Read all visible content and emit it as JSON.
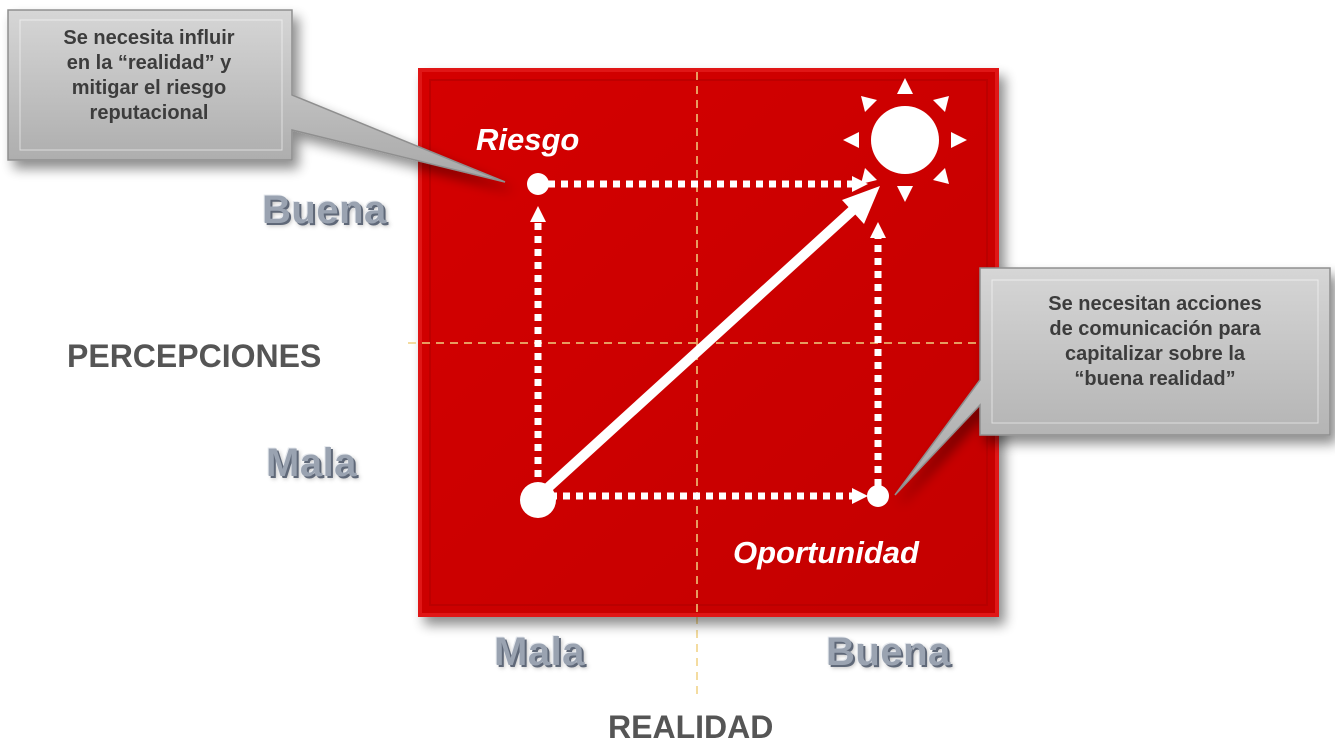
{
  "diagram": {
    "colors": {
      "board": "#cc0000",
      "board_border": "#e01818",
      "grid_line": "#f0d080",
      "marks": "#ffffff",
      "callout_fill": "#bdbdbd",
      "ghost_label": "#9aa3b1",
      "axis_title": "#555555"
    },
    "axes": {
      "x_title": "REALIDAD",
      "y_title": "PERCEPCIONES",
      "x_low": "Mala",
      "x_high": "Buena",
      "y_low": "Mala",
      "y_high": "Buena"
    },
    "quadrants": {
      "riesgo": "Riesgo",
      "oportunidad": "Oportunidad"
    },
    "callouts": {
      "riesgo": "Se necesita influir\nen la “realidad” y\nmitigar el riesgo\nreputacional",
      "oportunidad": "Se necesitan acciones\nde comunicación para\ncapitalizar sobre la\n“buena realidad”"
    },
    "icons": {
      "sun": "sun-icon"
    }
  }
}
